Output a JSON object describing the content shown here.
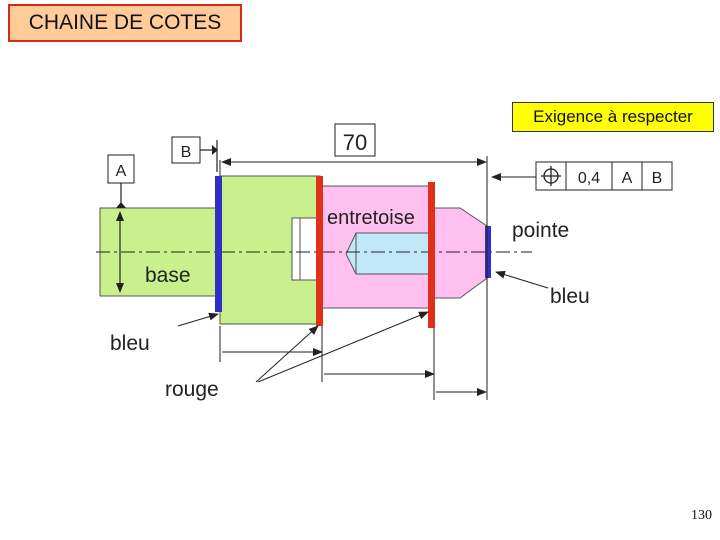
{
  "title": "CHAINE DE COTES",
  "requirement": "Exigence à respecter",
  "page_number": "130",
  "datum_a": "A",
  "datum_b": "B",
  "dimension": "70",
  "tolerance_frame": {
    "symbol": "position-icon",
    "value": "0,4",
    "datum1": "A",
    "datum2": "B"
  },
  "labels": {
    "base": "base",
    "entretoise": "entretoise",
    "pointe": "pointe",
    "bleu_left": "bleu",
    "bleu_right": "bleu",
    "rouge": "rouge"
  },
  "colors": {
    "base_fill": "#c8f08c",
    "entretoise_fill": "#ffc0f0",
    "pointe_fill": "#c0e8f8",
    "blue_surface": "#3030c8",
    "red_surface": "#e0301a",
    "title_bg": "#ffcc99",
    "requirement_bg": "#ffff00"
  }
}
